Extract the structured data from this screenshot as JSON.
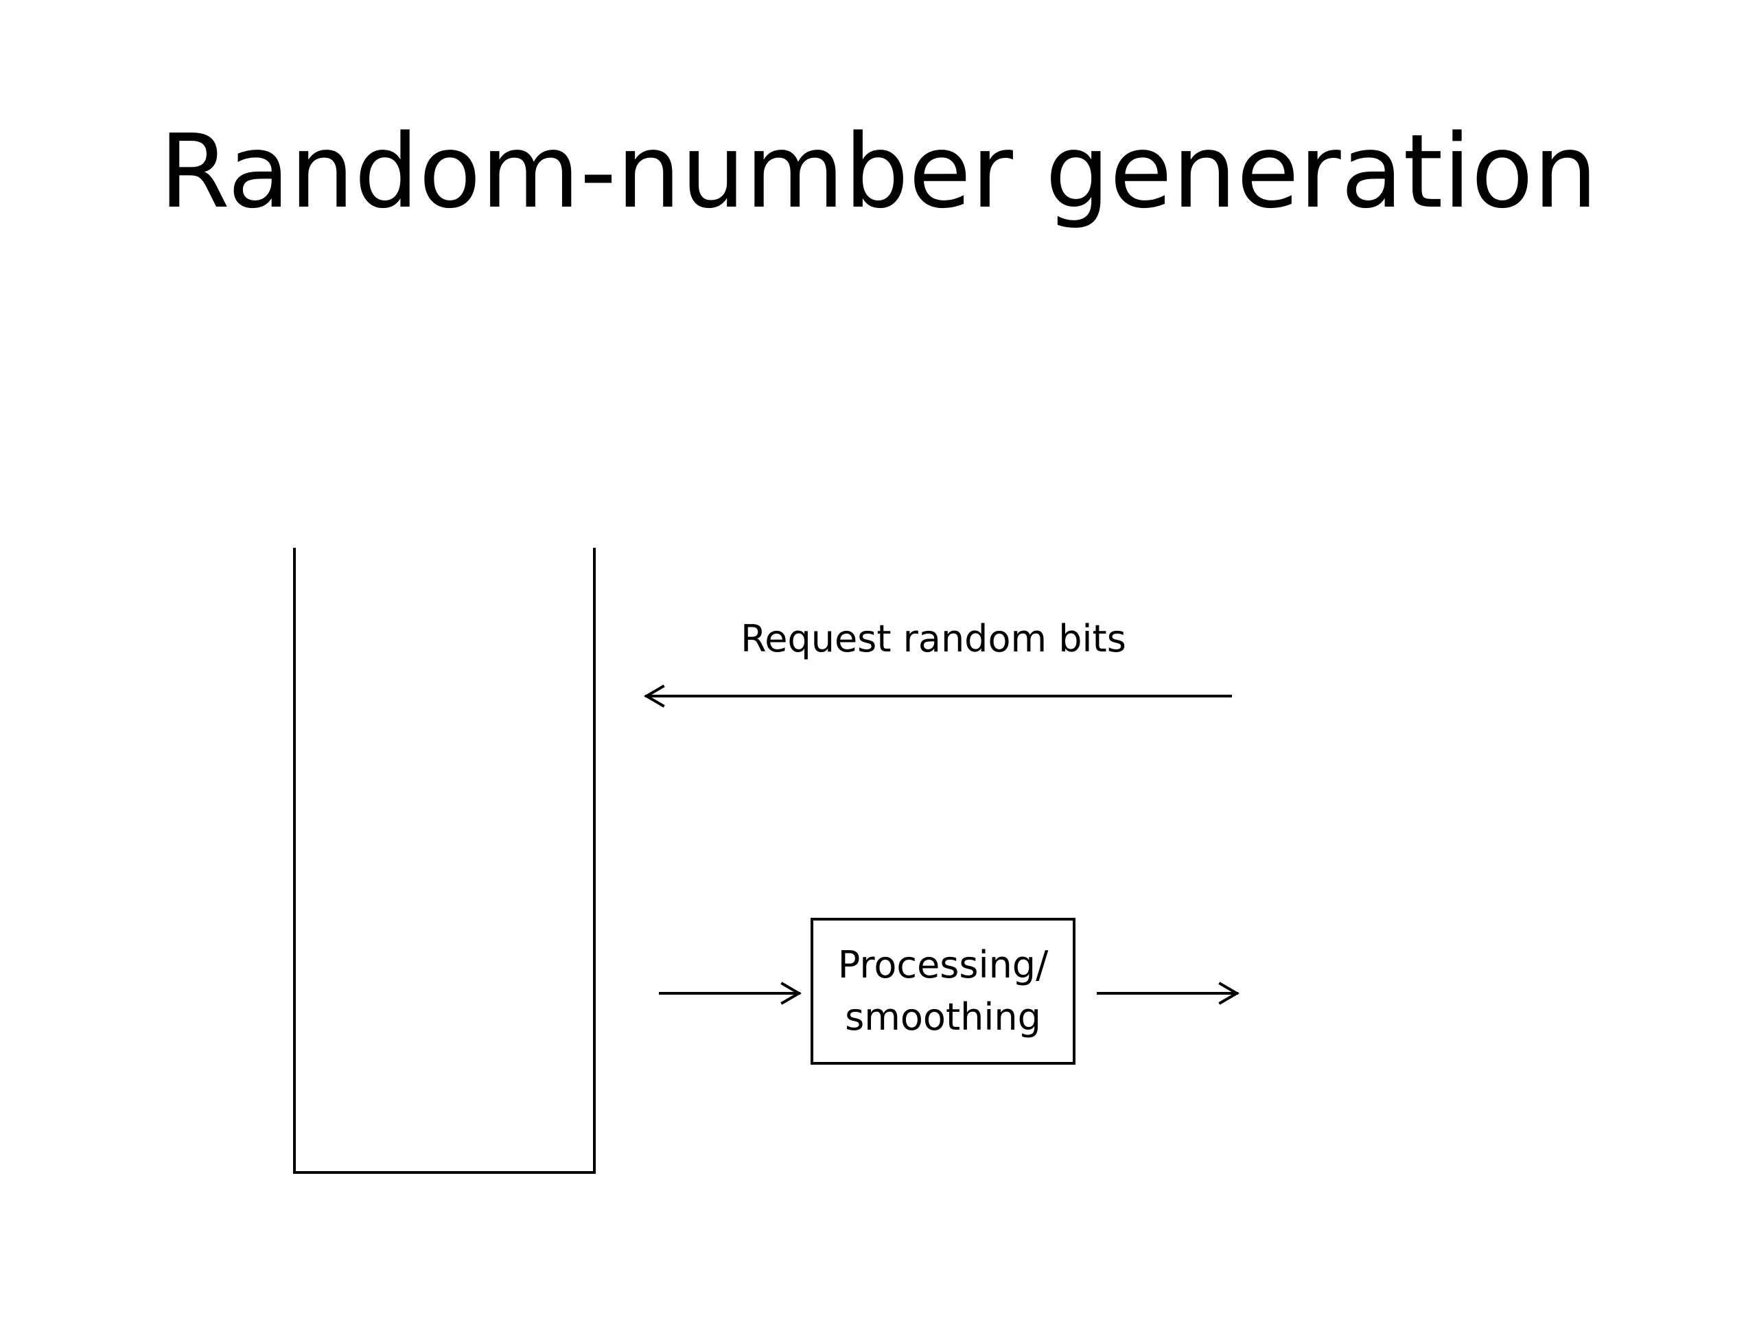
{
  "slide": {
    "title": "Random-number generation"
  },
  "diagram": {
    "request_label": "Request random bits",
    "process_box": {
      "line1": "Processing/",
      "line2": "smoothing"
    },
    "stroke_color": "#000000",
    "background_color": "#ffffff"
  }
}
